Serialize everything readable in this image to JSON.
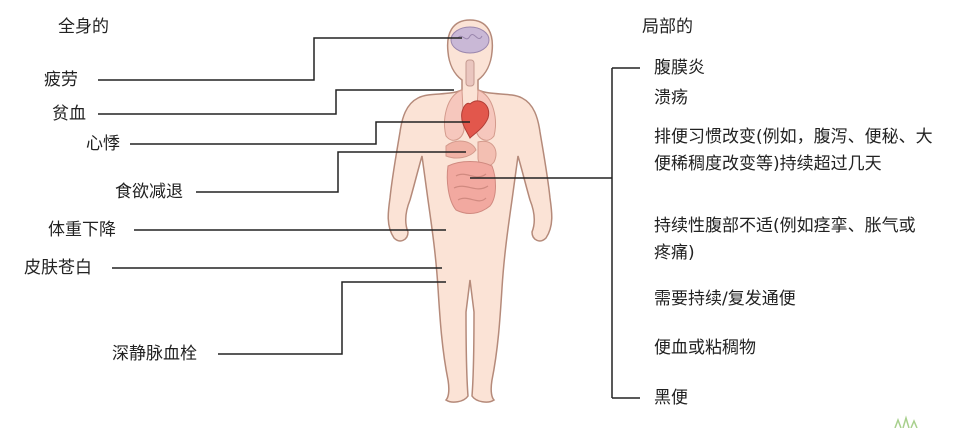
{
  "headings": {
    "systemic": "全身的",
    "local": "局部的"
  },
  "systemic_symptoms": [
    "疲劳",
    "贫血",
    "心悸",
    "食欲减退",
    "体重下降",
    "皮肤苍白",
    "深静脉血栓"
  ],
  "local_symptoms": [
    "腹膜炎",
    "溃疡",
    "排便习惯改变(例如，腹泻、便秘、大便稀稠度改变等)持续超过几天",
    "持续性腹部不适(例如痉挛、胀气或疼痛)",
    "需要持续/复发通便",
    "便血或粘稠物",
    "黑便"
  ],
  "colors": {
    "skin": "#fbe3d6",
    "skin_outline": "#b58a7a",
    "brain": "#c9b8d6",
    "organs": "#f2a9a0",
    "heart": "#e2574c",
    "line": "#222222"
  }
}
